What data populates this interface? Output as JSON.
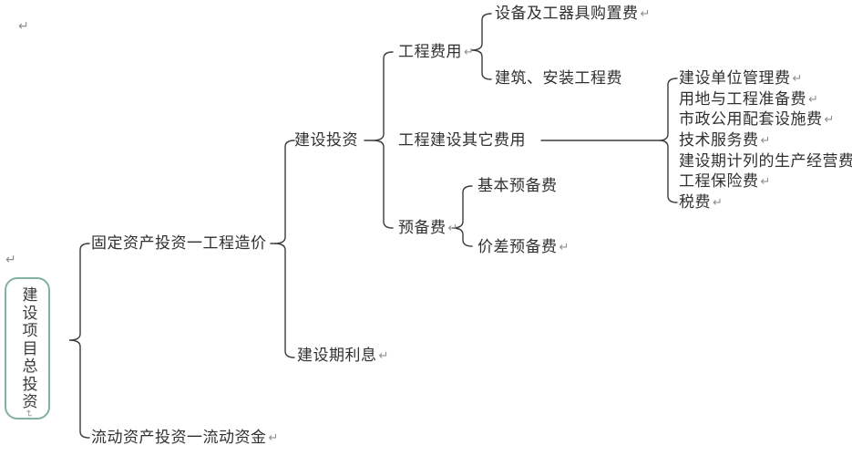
{
  "diagram": {
    "type": "tree",
    "colors": {
      "line": "#3c3c3c",
      "text": "#303030",
      "box_border": "#83b1a1",
      "mark": "#8f8f8f"
    },
    "nodes": {
      "root": "建设项目总投资",
      "fixed_asset": "固定资产投资一工程造价",
      "current_asset": "流动资产投资一流动资金",
      "construction_investment": "建设投资",
      "construction_interest": "建设期利息",
      "engineering_cost": "工程费用",
      "equipment_purchase": "设备及工器具购置费",
      "building_installation": "建筑、安装工程费",
      "other_cost": "工程建设其它费用",
      "reserve": "预备费",
      "basic_reserve": "基本预备费",
      "price_reserve": "价差预备费",
      "other_items": [
        "建设单位管理费",
        "用地与工程准备费",
        "市政公用配套设施费",
        "技术服务费",
        "建设期计列的生产经营费",
        "工程保险费",
        "税费"
      ]
    },
    "marks": {
      "return_mark": "↵"
    }
  }
}
